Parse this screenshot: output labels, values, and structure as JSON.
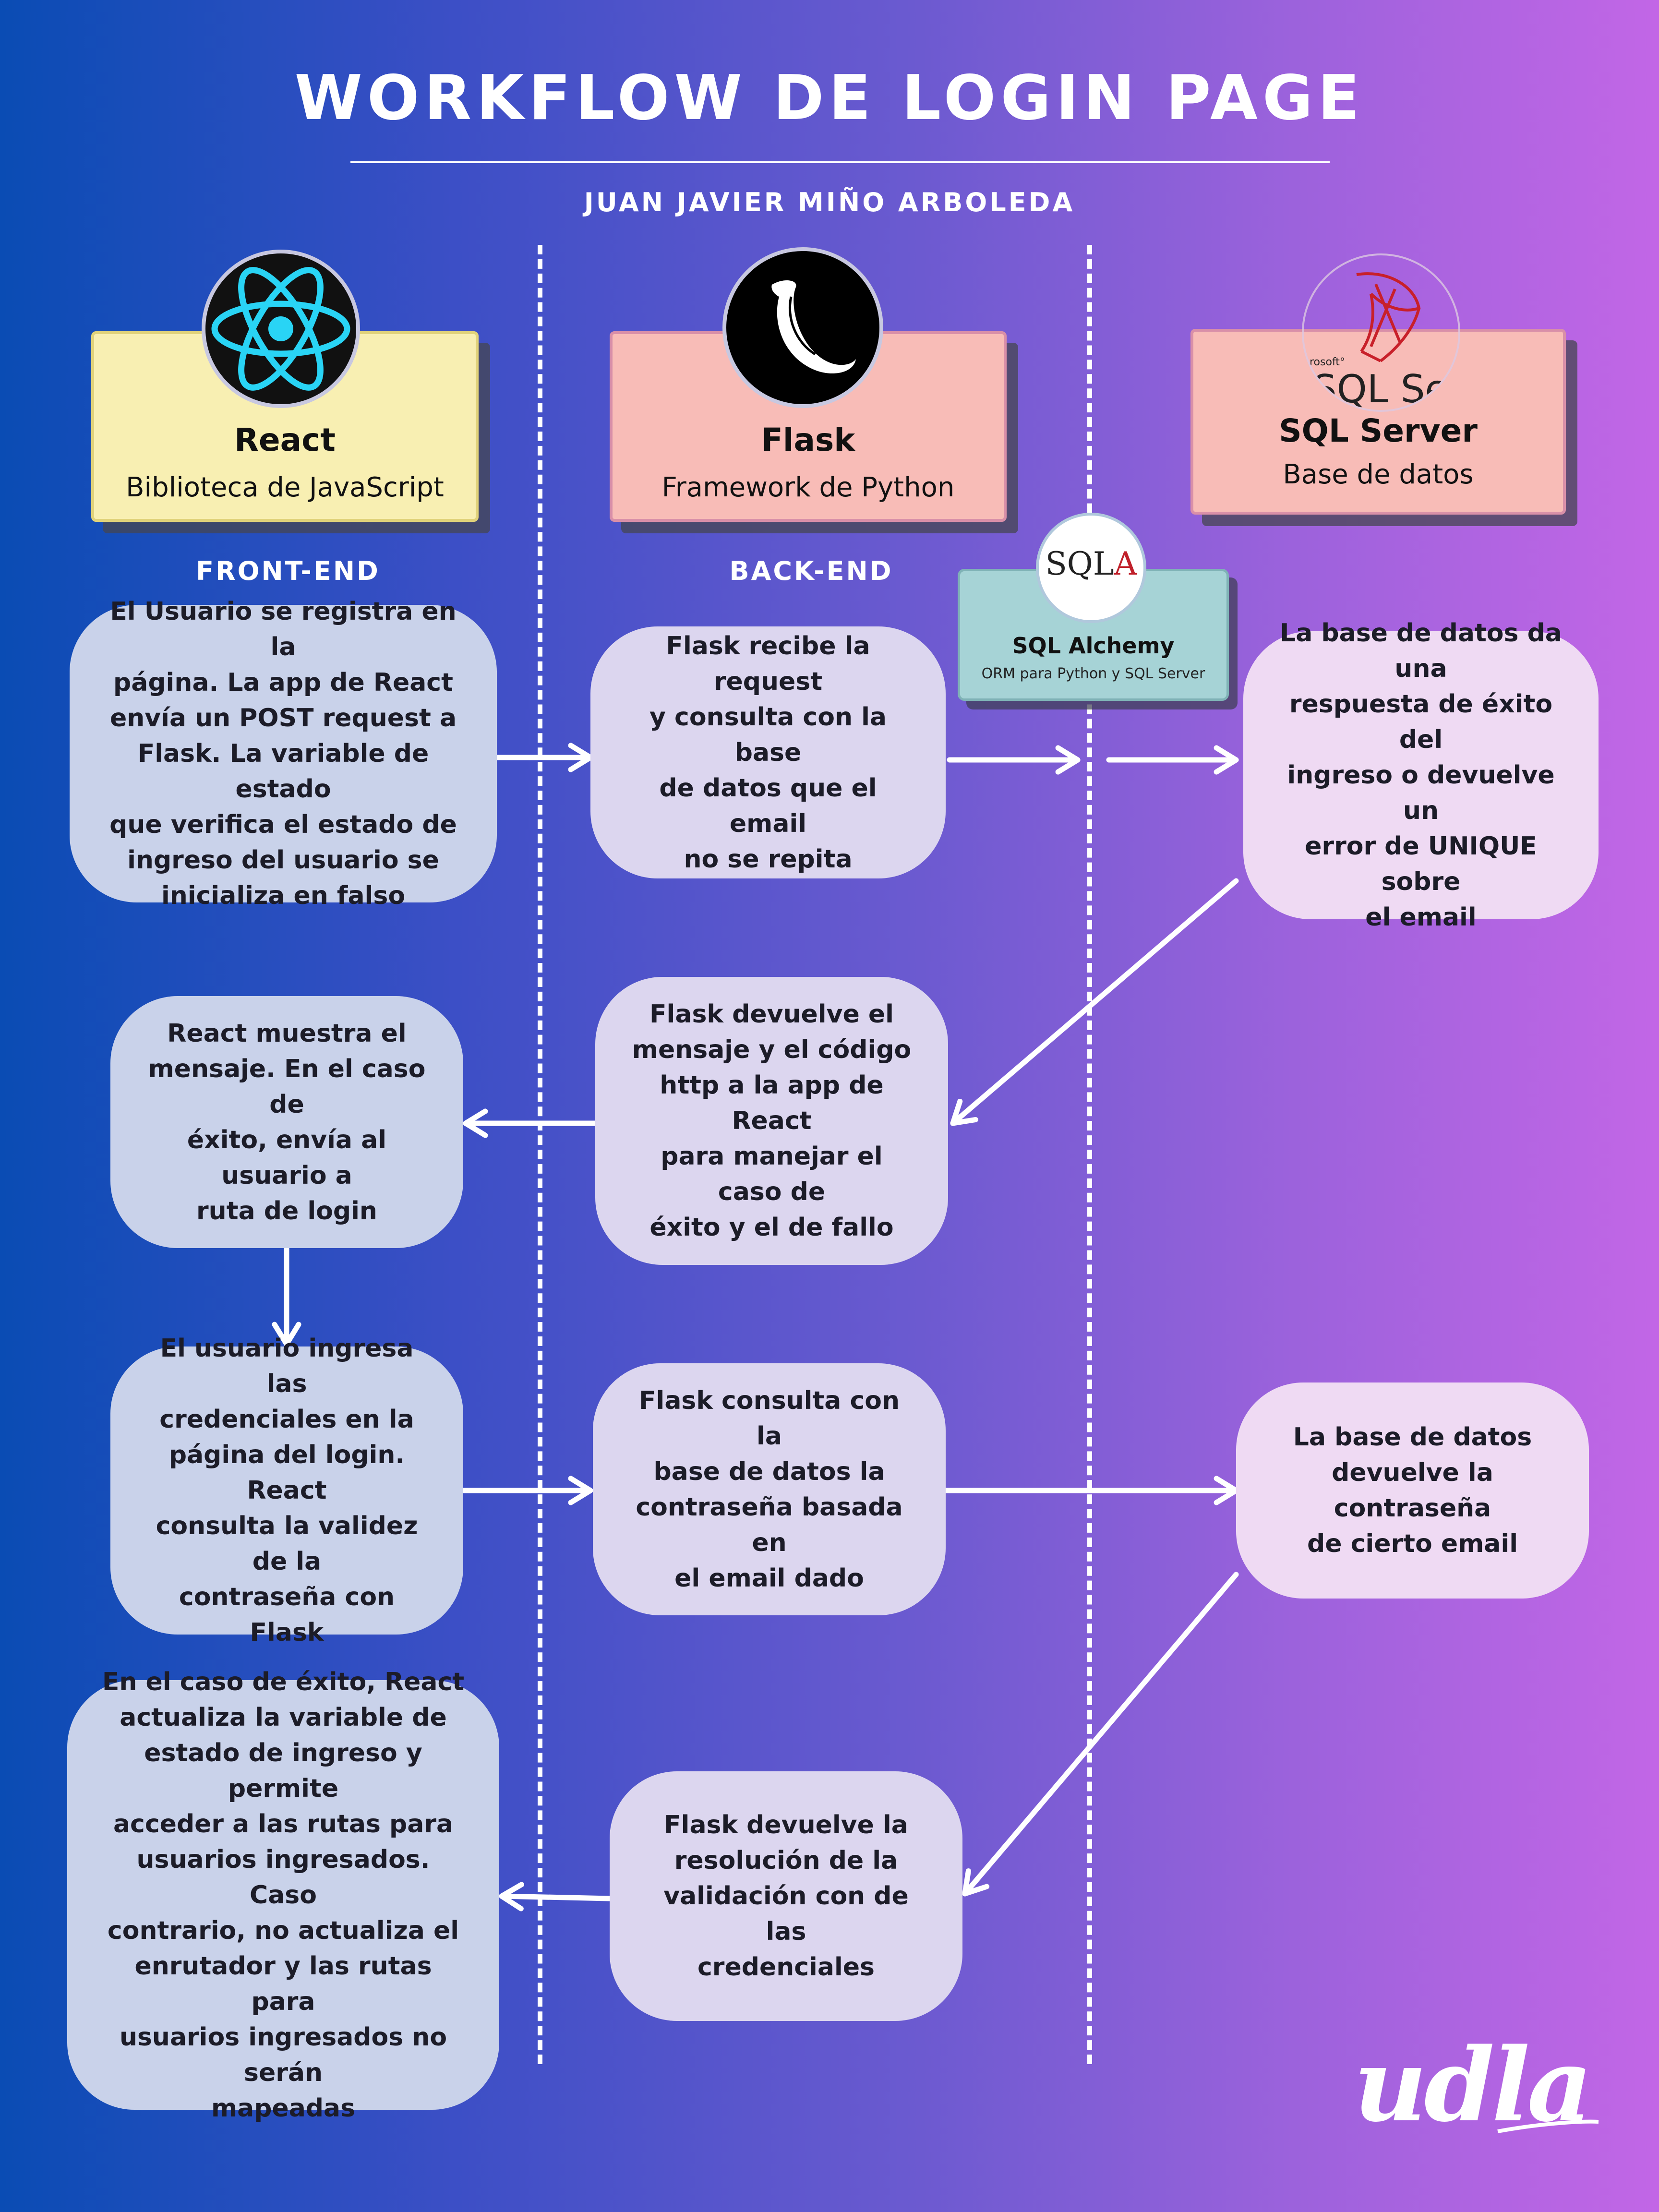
{
  "title": "WORKFLOW DE LOGIN PAGE",
  "author": "JUAN JAVIER MIÑO ARBOLEDA",
  "columns": [
    {
      "name": "React",
      "subtitle": "Biblioteca de JavaScript",
      "icon": "react-logo-icon",
      "color": "#f8efb2"
    },
    {
      "name": "Flask",
      "subtitle": "Framework de Python",
      "icon": "flask-logo-icon",
      "color": "#f8bcb7"
    },
    {
      "name": "SQL Server",
      "subtitle": "Base de datos",
      "icon": "sql-server-logo-icon",
      "logo_text": "SQL Serv",
      "logo_small": "rosoft°",
      "color": "#f8bcb7"
    }
  ],
  "sections": {
    "frontend": "FRONT-END",
    "backend": "BACK-END"
  },
  "orm": {
    "name": "SQL Alchemy",
    "subtitle": "ORM para Python y SQL Server",
    "logo_text": "SQL",
    "logo_accent": "A",
    "icon": "sqlalchemy-logo-icon",
    "color": "#a6d3d6"
  },
  "steps": [
    {
      "id": "s1",
      "lines": [
        "El Usuario se registra en la",
        "página. La app de React",
        "envía un POST request a",
        "Flask. La variable de estado",
        "que verifica el estado de",
        "ingreso del usuario se",
        "inicializa en falso"
      ]
    },
    {
      "id": "s2",
      "lines": [
        "Flask recibe la request",
        "y consulta con la base",
        "de datos que el email",
        "no se repita"
      ]
    },
    {
      "id": "s3",
      "lines": [
        "La base de datos da una",
        "respuesta de éxito del",
        "ingreso o devuelve un",
        "error de UNIQUE sobre",
        "el email"
      ]
    },
    {
      "id": "s4",
      "lines": [
        "Flask devuelve el",
        "mensaje y el código",
        "http a la app de React",
        "para manejar el caso de",
        "éxito y el de fallo"
      ]
    },
    {
      "id": "s5",
      "lines": [
        "React muestra el",
        "mensaje. En el caso de",
        "éxito, envía al usuario a",
        "ruta de login"
      ]
    },
    {
      "id": "s6",
      "lines": [
        "El usuario ingresa las",
        "credenciales en la",
        "página del login. React",
        "consulta la validez de la",
        "contraseña con Flask"
      ]
    },
    {
      "id": "s7",
      "lines": [
        "Flask consulta con la",
        "base de datos la",
        "contraseña basada en",
        "el email dado"
      ]
    },
    {
      "id": "s8",
      "lines": [
        "La base de datos",
        "devuelve la contraseña",
        "de cierto email"
      ]
    },
    {
      "id": "s9",
      "lines": [
        "Flask devuelve la",
        "resolución de la",
        "validación con de las",
        "credenciales"
      ]
    },
    {
      "id": "s10",
      "lines": [
        "En el caso de éxito, React",
        "actualiza la variable de",
        "estado de ingreso y permite",
        "acceder a las rutas para",
        "usuarios ingresados. Caso",
        "contrario, no actualiza el",
        "enrutador y las rutas para",
        "usuarios ingresados no serán",
        "mapeadas"
      ]
    }
  ],
  "edges": [
    {
      "from": "s1",
      "to": "s2"
    },
    {
      "from": "s2",
      "to": "s3"
    },
    {
      "from": "s3",
      "to": "s4"
    },
    {
      "from": "s4",
      "to": "s5"
    },
    {
      "from": "s5",
      "to": "s6"
    },
    {
      "from": "s6",
      "to": "s7"
    },
    {
      "from": "s7",
      "to": "s8"
    },
    {
      "from": "s8",
      "to": "s9"
    },
    {
      "from": "s9",
      "to": "s10"
    }
  ],
  "footer_logo": "udla",
  "colors": {
    "box_blue": "#c9d2ea",
    "box_lilac": "#dcd6ef",
    "box_pink": "#efdaf3",
    "arrow": "#ffffff"
  }
}
